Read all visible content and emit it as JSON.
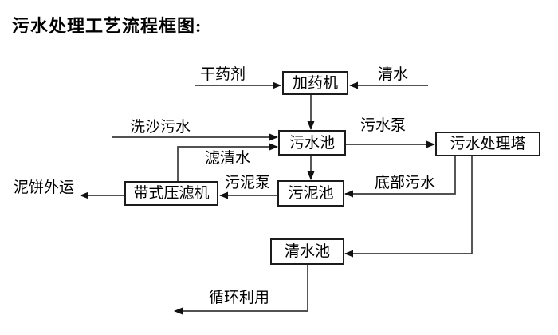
{
  "title": "污水处理工艺流程框图:",
  "nodes": {
    "dosing_machine": "加药机",
    "sewage_pool": "污水池",
    "treatment_tower": "污水处理塔",
    "sludge_pool": "污泥池",
    "belt_filter_press": "带式压滤机",
    "clean_water_pool": "清水池"
  },
  "flow_labels": {
    "dry_agent": "干药剂",
    "clean_water": "清水",
    "sand_wash_sewage": "洗沙污水",
    "filtered_water": "滤清水",
    "sewage_pump": "污水泵",
    "bottom_sewage": "底部污水",
    "sludge_pump": "污泥泵",
    "mud_cake_out": "泥饼外运",
    "recycle_use": "循环利用"
  },
  "colors": {
    "line": "#3a3a3a",
    "arrowhead": "#111111",
    "text": "#000000",
    "background": "#ffffff"
  }
}
